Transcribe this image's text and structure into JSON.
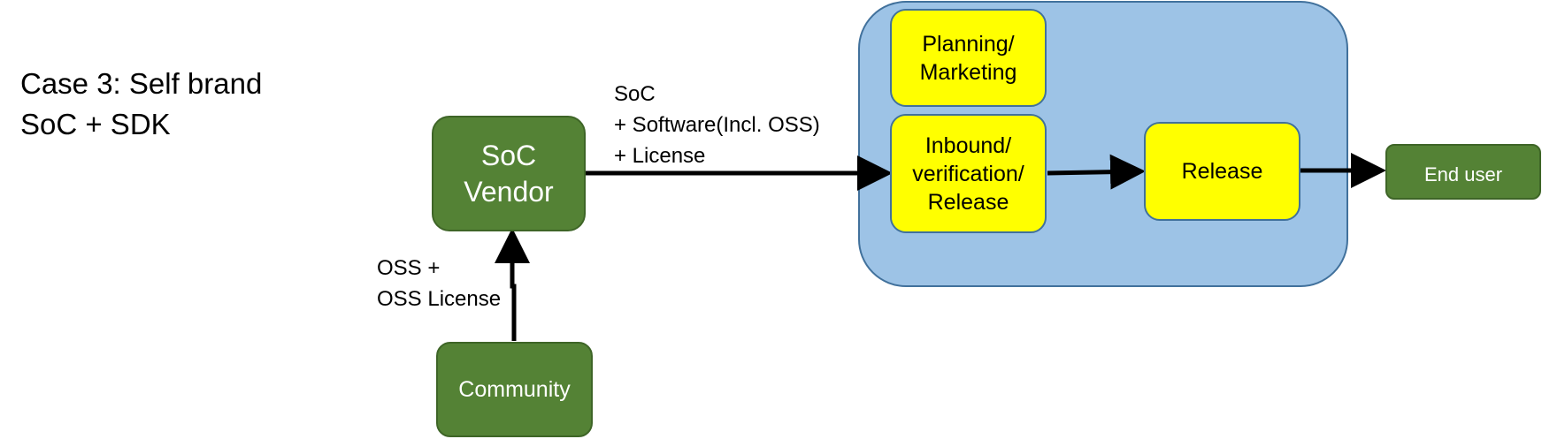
{
  "title": {
    "line1": "Case 3: Self brand",
    "line2": "SoC + SDK"
  },
  "nodes": {
    "soc_vendor": {
      "line1": "SoC",
      "line2": "Vendor"
    },
    "community": "Community",
    "planning": {
      "line1": "Planning/",
      "line2": "Marketing"
    },
    "inbound": {
      "line1": "Inbound/",
      "line2": "verification/",
      "line3": "Release"
    },
    "release": "Release",
    "end_user": "End user"
  },
  "edge_labels": {
    "soc_to_inbound": {
      "line1": "SoC",
      "line2": "+ Software(Incl. OSS)",
      "line3": "+ License"
    },
    "community_to_soc": {
      "line1": "OSS +",
      "line2": "OSS License"
    }
  },
  "colors": {
    "green": "#548235",
    "yellow": "#ffff00",
    "group_fill": "#9dc3e6",
    "group_border": "#41719c"
  }
}
